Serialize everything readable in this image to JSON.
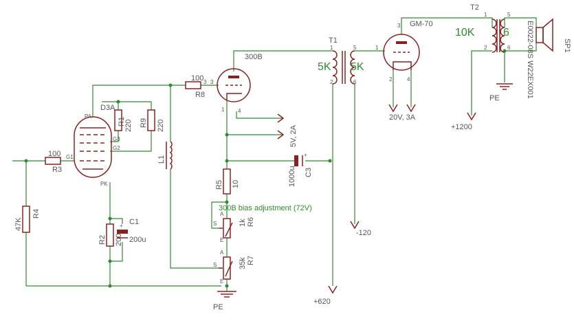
{
  "tubes": {
    "d3a": {
      "name": "D3A",
      "pins": {
        "pa": "PA",
        "g1": "G1",
        "g2": "G2",
        "g3": "G3",
        "pk": "PK"
      }
    },
    "v300b": {
      "name": "300B",
      "pins": {
        "p1": "1",
        "p3": "3",
        "p4": "4"
      }
    },
    "gm70": {
      "name": "GM-70",
      "pins": {
        "p1": "1",
        "p2": "2",
        "p3": "3",
        "p4": "4"
      }
    }
  },
  "resistors": {
    "r1": {
      "name": "R1",
      "value": "220"
    },
    "r2": {
      "name": "R2",
      "value": "200"
    },
    "r3": {
      "name": "R3",
      "value": "100"
    },
    "r4": {
      "name": "R4",
      "value": "47K"
    },
    "r5": {
      "name": "R5",
      "value": "10"
    },
    "r8": {
      "name": "R8",
      "value": "100"
    },
    "r9": {
      "name": "R9",
      "value": "220"
    }
  },
  "pots": {
    "r6": {
      "name": "R6",
      "value": "1k",
      "pins": {
        "a": "A",
        "s": "S",
        "e": "E"
      }
    },
    "r7": {
      "name": "R7",
      "value": "35k",
      "pins": {
        "a": "A",
        "s": "S",
        "e": "E"
      }
    }
  },
  "capacitors": {
    "c1": {
      "name": "C1",
      "value": "200u"
    },
    "c3": {
      "name": "C3",
      "value": "1000u"
    }
  },
  "inductor": {
    "name": "L1"
  },
  "transformers": {
    "t1": {
      "name": "T1",
      "primary": "5K",
      "secondary": "5K",
      "pins": {
        "p1": "1",
        "p2": "2",
        "p5": "5",
        "p6": "6"
      }
    },
    "t2": {
      "name": "T2",
      "primary": "10K",
      "secondary": "6",
      "pins": {
        "p1": "1",
        "p2": "2",
        "p5": "5",
        "p6": "6"
      }
    }
  },
  "speaker": {
    "name": "SP1",
    "part": "E0022-08S W22EX001"
  },
  "supplies": {
    "heater_300b": "5V, 2A",
    "heater_gm70": "20V, 3A",
    "plus1200": "+1200",
    "plus620": "+620",
    "minus120": "-120",
    "ground1": "PE",
    "ground2": "PE"
  },
  "annotations": {
    "bias_note": "300B bias adjustment (72V)",
    "pin_label_3": "3"
  }
}
